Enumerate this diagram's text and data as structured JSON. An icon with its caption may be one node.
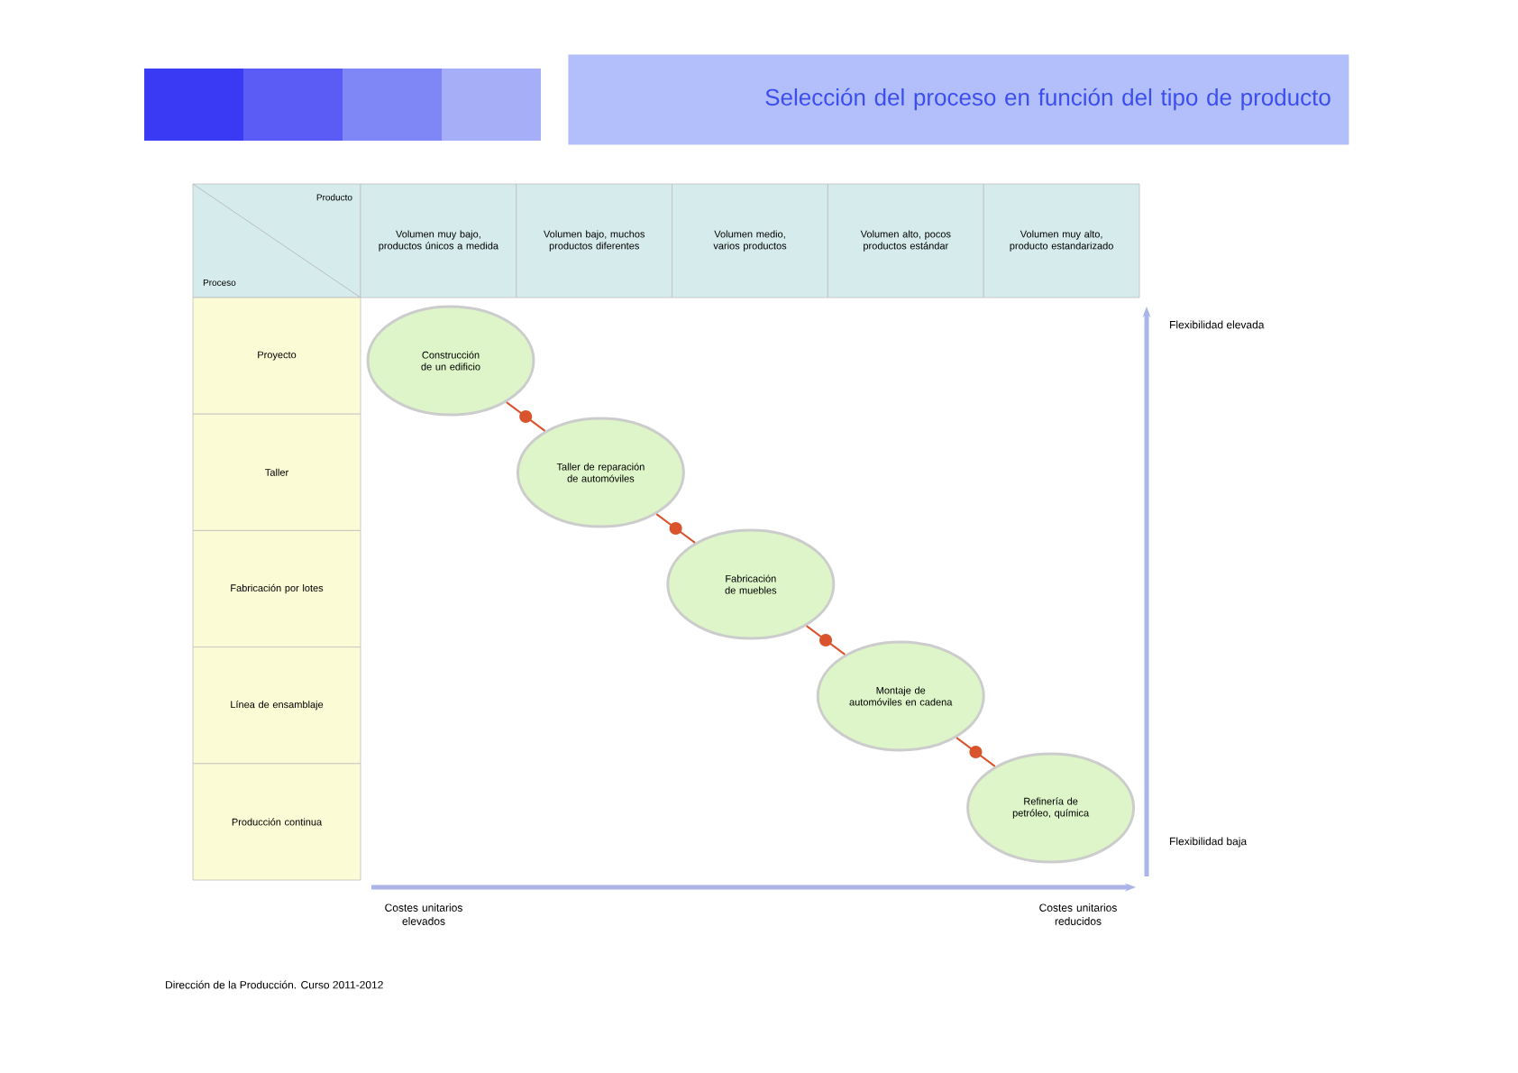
{
  "diagram": {
    "title": "Selección del proceso en función del tipo de producto",
    "nodes": [
      {
        "text": [
          "Producto",
          "Proceso"
        ]
      },
      {
        "text": [
          "Volumen muy bajo, productos únicos a medida"
        ]
      },
      {
        "text": [
          "Volumen bajo, muchos productos diferentes"
        ]
      },
      {
        "text": [
          "Volumen medio, varios productos"
        ]
      },
      {
        "text": [
          "Volumen alto, pocos productos estándar"
        ]
      },
      {
        "text": [
          "Volumen muy alto, producto estandarizado"
        ]
      },
      {
        "text": [
          "Proyecto"
        ]
      },
      {
        "text": [
          "Taller"
        ]
      },
      {
        "text": [
          "Fabricación por lotes"
        ]
      },
      {
        "text": [
          "Línea de ensamblaje"
        ]
      },
      {
        "text": [
          "Producción continua"
        ]
      },
      {
        "text": [
          "Construcción de un edificio"
        ]
      },
      {
        "text": [
          "Taller de reparación de automóviles"
        ]
      },
      {
        "text": [
          "Fabricación de muebles"
        ]
      },
      {
        "text": [
          "Montaje de automóviles en cadena"
        ]
      },
      {
        "text": [
          "Refinería de petróleo, química"
        ]
      }
    ],
    "edges": [
      {
        "from": 11,
        "to": 12,
        "arrow": "none",
        "color": "#d9542c"
      },
      {
        "from": 12,
        "to": 13,
        "arrow": "none",
        "color": "#d9542c"
      },
      {
        "from": 13,
        "to": 14,
        "arrow": "none",
        "color": "#d9542c"
      },
      {
        "from": 14,
        "to": 15,
        "arrow": "none",
        "color": "#d9542c"
      }
    ],
    "labels": [
      "Flexibilidad elevada",
      "Flexibilidad baja",
      "Costes unitarios elevados",
      "Costes unitarios reducidos",
      "Dirección de la Producción. Curso 2011-2012"
    ]
  }
}
